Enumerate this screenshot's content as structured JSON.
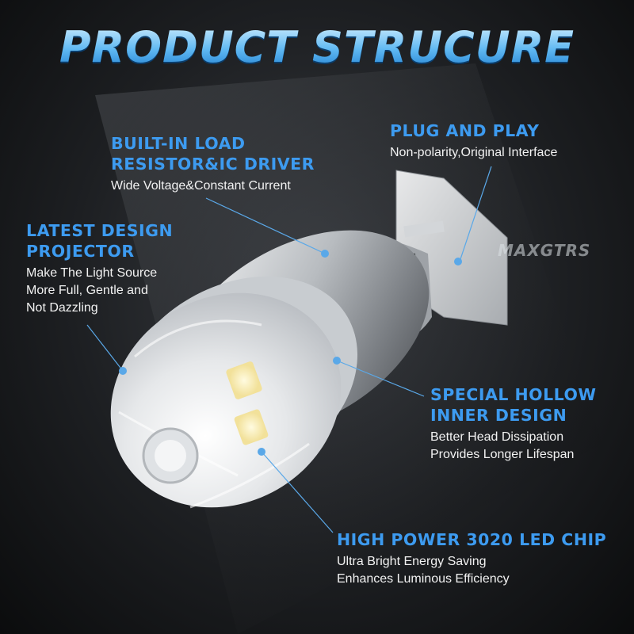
{
  "title": "PRODUCT STRUCURE",
  "brand": "MAXGTRS",
  "colors": {
    "accent": "#3d9bf0",
    "title_gradient": [
      "#d4f0ff",
      "#1f7fd0"
    ],
    "background": "#1d1f22"
  },
  "features": [
    {
      "title_lines": [
        "BUILT-IN LOAD",
        "RESISTOR&IC DRIVER"
      ],
      "desc_lines": [
        "Wide Voltage&Constant Current"
      ]
    },
    {
      "title_lines": [
        "PLUG AND PLAY"
      ],
      "desc_lines": [
        "Non-polarity,Original Interface"
      ]
    },
    {
      "title_lines": [
        "LATEST DESIGN",
        "PROJECTOR"
      ],
      "desc_lines": [
        "Make The Light Source",
        "More Full, Gentle and",
        "Not Dazzling"
      ]
    },
    {
      "title_lines": [
        "SPECIAL HOLLOW",
        "INNER DESIGN"
      ],
      "desc_lines": [
        "Better Head Dissipation",
        "Provides Longer Lifespan"
      ]
    },
    {
      "title_lines": [
        "HIGH POWER 3020 LED CHIP"
      ],
      "desc_lines": [
        "Ultra Bright Energy Saving",
        "Enhances Luminous Efficiency"
      ]
    }
  ]
}
